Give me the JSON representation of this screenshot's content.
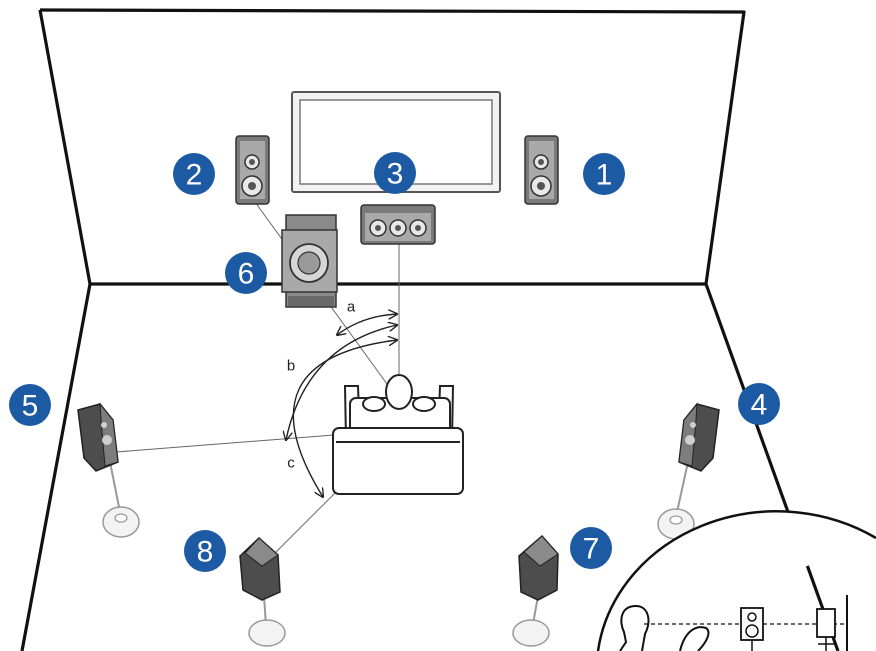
{
  "colors": {
    "badge": "#1c5aa3",
    "line": "#111111",
    "speaker_dark": "#6b6b6b",
    "speaker_mid": "#bdbdbd",
    "speaker_light": "#e6e6e6"
  },
  "speakers": [
    {
      "number": "1",
      "icon": "front-right-speaker-icon"
    },
    {
      "number": "2",
      "icon": "front-left-speaker-icon"
    },
    {
      "number": "3",
      "icon": "center-speaker-icon"
    },
    {
      "number": "4",
      "icon": "surround-right-speaker-icon"
    },
    {
      "number": "5",
      "icon": "surround-left-speaker-icon"
    },
    {
      "number": "6",
      "icon": "subwoofer-icon"
    },
    {
      "number": "7",
      "icon": "surround-back-right-speaker-icon"
    },
    {
      "number": "8",
      "icon": "surround-back-left-speaker-icon"
    }
  ],
  "angles": [
    {
      "label": "a"
    },
    {
      "label": "b"
    },
    {
      "label": "c"
    }
  ]
}
